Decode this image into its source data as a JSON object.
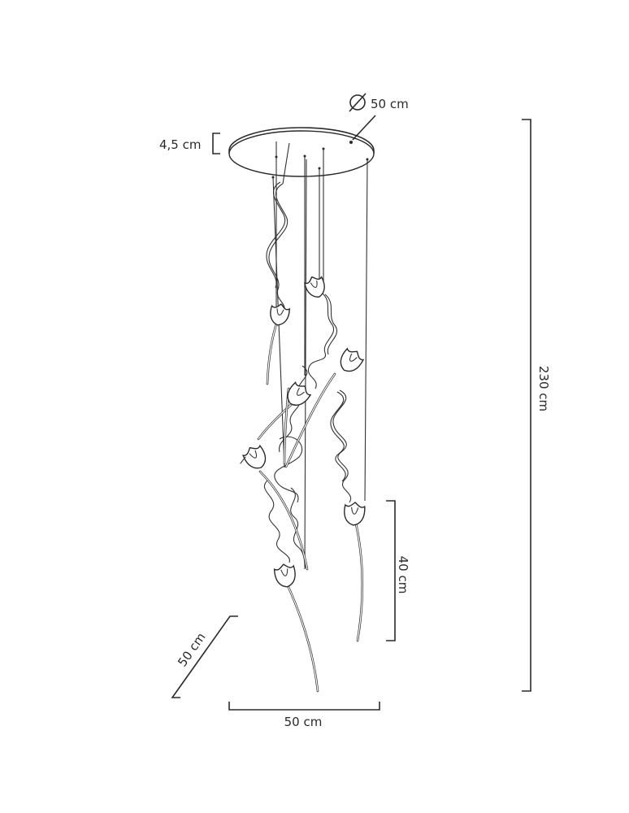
{
  "dimensions": {
    "canopy_diameter": "50 cm",
    "canopy_height": "4,5 cm",
    "total_height": "230 cm",
    "flower_length": "40 cm",
    "width": "50 cm",
    "depth": "50 cm"
  },
  "icons": {
    "diameter": "diameter-symbol-icon"
  }
}
